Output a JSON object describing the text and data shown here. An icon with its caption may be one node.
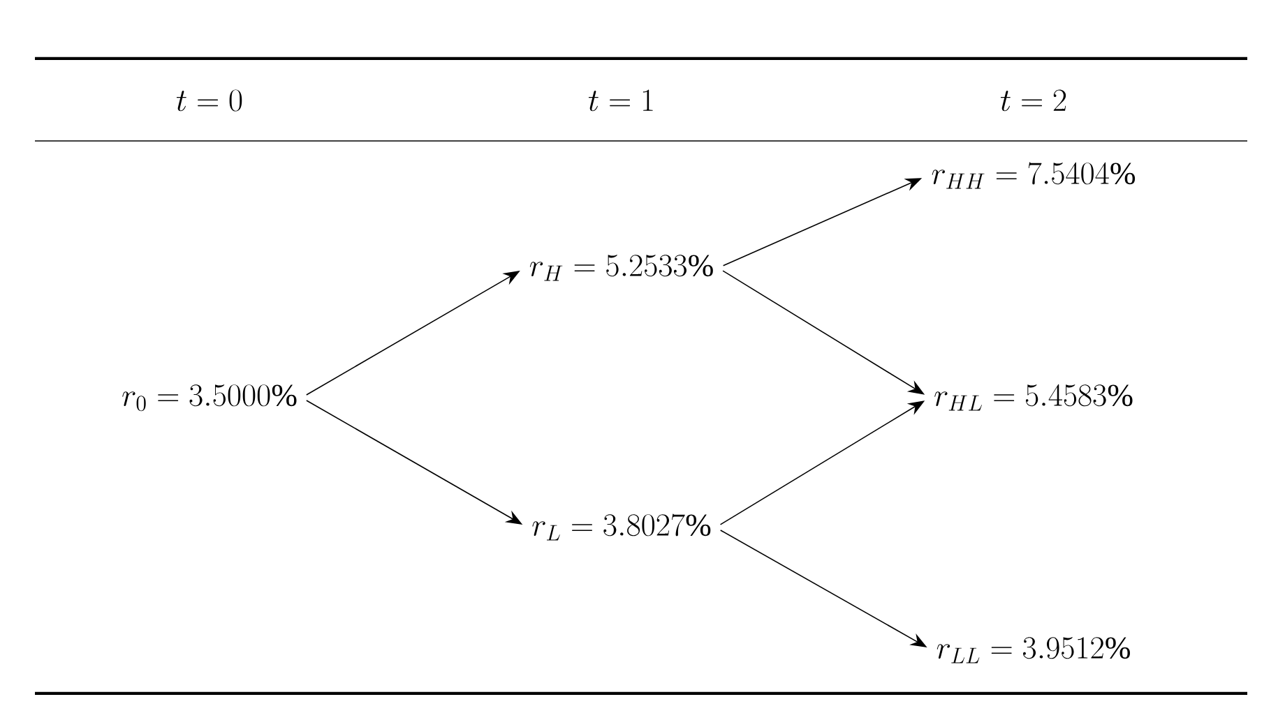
{
  "diagram": {
    "nodes": [
      {
        "text": [
          "r_0 = 3.5000\\%"
        ]
      },
      {
        "text": [
          "r_H = 5.2533\\%"
        ]
      },
      {
        "text": [
          "r_L = 3.8027\\%"
        ]
      },
      {
        "text": [
          "r_{HH} = 7.5404\\%"
        ]
      },
      {
        "text": [
          "r_{HL} = 5.4583\\%"
        ]
      },
      {
        "text": [
          "r_{LL} = 3.9512\\%"
        ]
      }
    ],
    "edges": [
      {
        "from": 0,
        "to": 1,
        "arrow": "to"
      },
      {
        "from": 0,
        "to": 2,
        "arrow": "to"
      },
      {
        "from": 1,
        "to": 3,
        "arrow": "to"
      },
      {
        "from": 1,
        "to": 4,
        "arrow": "to"
      },
      {
        "from": 2,
        "to": 4,
        "arrow": "to"
      },
      {
        "from": 2,
        "to": 5,
        "arrow": "to"
      }
    ],
    "labels": [
      "t = 0",
      "t = 1",
      "t = 2"
    ]
  }
}
